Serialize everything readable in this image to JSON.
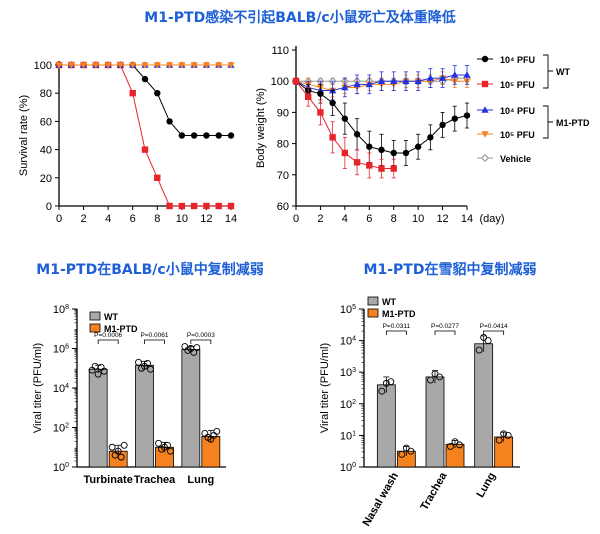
{
  "titles": {
    "main": "M1-PTD感染不引起BALB/c小鼠死亡及体重降低",
    "mouse_titer": "M1-PTD在BALB/c小鼠中复制减弱",
    "ferret_titer": "M1-PTD在雪貂中复制减弱"
  },
  "colors": {
    "black": "#000000",
    "red": "#e8242b",
    "blue": "#2231e0",
    "orange": "#f5821f",
    "grey": "#a8a8a8",
    "vehicle": "#9a9a9a",
    "title": "#1f5fd6"
  },
  "chart_data": [
    {
      "id": "survival",
      "type": "line",
      "ylabel": "Survival rate (%)",
      "xlabel": "",
      "xlim": [
        0,
        14
      ],
      "ylim": [
        0,
        100
      ],
      "xticks": [
        0,
        2,
        4,
        6,
        8,
        10,
        12,
        14
      ],
      "yticks": [
        0,
        20,
        40,
        60,
        80,
        100
      ],
      "series": [
        {
          "key": "wt_low",
          "color": "#000000",
          "marker": "circle",
          "x": [
            0,
            1,
            2,
            3,
            4,
            5,
            6,
            7,
            8,
            9,
            10,
            11,
            12,
            13,
            14
          ],
          "y": [
            100,
            100,
            100,
            100,
            100,
            100,
            100,
            90,
            80,
            60,
            50,
            50,
            50,
            50,
            50
          ]
        },
        {
          "key": "wt_high",
          "color": "#e8242b",
          "marker": "square",
          "x": [
            0,
            1,
            2,
            3,
            4,
            5,
            6,
            7,
            8,
            9,
            10,
            11,
            12,
            13,
            14
          ],
          "y": [
            100,
            100,
            100,
            100,
            100,
            100,
            80,
            40,
            20,
            0,
            0,
            0,
            0,
            0,
            0
          ]
        },
        {
          "key": "ptd_low",
          "color": "#2231e0",
          "marker": "triangle",
          "x": [
            0,
            1,
            2,
            3,
            4,
            5,
            6,
            7,
            8,
            9,
            10,
            11,
            12,
            13,
            14
          ],
          "y": [
            100,
            100,
            100,
            100,
            100,
            100,
            100,
            100,
            100,
            100,
            100,
            100,
            100,
            100,
            100
          ]
        },
        {
          "key": "ptd_high",
          "color": "#f5821f",
          "marker": "triangle-down",
          "x": [
            0,
            1,
            2,
            3,
            4,
            5,
            6,
            7,
            8,
            9,
            10,
            11,
            12,
            13,
            14
          ],
          "y": [
            100,
            100,
            100,
            100,
            100,
            100,
            100,
            100,
            100,
            100,
            100,
            100,
            100,
            100,
            100
          ]
        }
      ]
    },
    {
      "id": "bodyweight",
      "type": "line",
      "ylabel": "Body weight (%)",
      "xlabel": "(day)",
      "xlim": [
        0,
        14
      ],
      "ylim": [
        60,
        110
      ],
      "xticks": [
        0,
        2,
        4,
        6,
        8,
        10,
        12,
        14
      ],
      "yticks": [
        60,
        70,
        80,
        90,
        100,
        110
      ],
      "series": [
        {
          "key": "vehicle",
          "color": "#9a9a9a",
          "marker": "diamond",
          "x": [
            0,
            1,
            2,
            3,
            4,
            5,
            6,
            7,
            8,
            9,
            10,
            11,
            12,
            13,
            14
          ],
          "y": [
            100,
            100,
            100,
            100,
            100,
            100,
            100,
            100,
            100,
            100,
            100,
            100,
            100,
            101,
            101
          ],
          "err": [
            1,
            1,
            1,
            1,
            1,
            1,
            1,
            1,
            1,
            1,
            1,
            1,
            1,
            1,
            1
          ]
        },
        {
          "key": "ptd_high",
          "color": "#f5821f",
          "marker": "triangle-down",
          "x": [
            0,
            1,
            2,
            3,
            4,
            5,
            6,
            7,
            8,
            9,
            10,
            11,
            12,
            13,
            14
          ],
          "y": [
            100,
            99,
            98,
            97,
            98,
            98,
            99,
            99,
            99,
            100,
            100,
            100,
            101,
            100,
            100
          ],
          "err": [
            1,
            2,
            2,
            2,
            2,
            2,
            2,
            2,
            2,
            2,
            2,
            2,
            2,
            2,
            2
          ]
        },
        {
          "key": "ptd_low",
          "color": "#2231e0",
          "marker": "triangle",
          "x": [
            0,
            1,
            2,
            3,
            4,
            5,
            6,
            7,
            8,
            9,
            10,
            11,
            12,
            13,
            14
          ],
          "y": [
            100,
            98,
            97,
            97,
            98,
            99,
            99,
            100,
            100,
            100,
            100,
            101,
            101,
            102,
            102
          ],
          "err": [
            1,
            2,
            3,
            3,
            3,
            3,
            3,
            3,
            3,
            3,
            3,
            3,
            3,
            3,
            3
          ]
        },
        {
          "key": "wt_low",
          "color": "#000000",
          "marker": "circle",
          "x": [
            0,
            1,
            2,
            3,
            4,
            5,
            6,
            7,
            8,
            9,
            10,
            11,
            12,
            13,
            14
          ],
          "y": [
            100,
            97,
            96,
            93,
            88,
            83,
            79,
            78,
            77,
            77,
            79,
            82,
            86,
            88,
            89
          ],
          "err": [
            1,
            2,
            3,
            4,
            5,
            5,
            5,
            5,
            4,
            4,
            4,
            4,
            4,
            4,
            4
          ]
        },
        {
          "key": "wt_high",
          "color": "#e8242b",
          "marker": "square",
          "x": [
            0,
            1,
            2,
            3,
            4,
            5,
            6,
            7,
            8
          ],
          "y": [
            100,
            95,
            90,
            82,
            77,
            74,
            73,
            72,
            72
          ],
          "err": [
            1,
            3,
            4,
            5,
            5,
            4,
            4,
            3,
            3
          ]
        }
      ],
      "legend": {
        "items": [
          {
            "key": "wt_low",
            "text": "10⁴ PFU"
          },
          {
            "key": "wt_high",
            "text": "10⁵ PFU"
          },
          {
            "key": "ptd_low",
            "text": "10⁴ PFU"
          },
          {
            "key": "ptd_high",
            "text": "10⁵ PFU"
          },
          {
            "key": "vehicle",
            "text": "Vehicle"
          }
        ],
        "group_wt": "WT",
        "group_ptd": "M1-PTD"
      }
    },
    {
      "id": "mouse_titer",
      "type": "bar",
      "ylabel": "Viral titer (PFU/ml)",
      "log": true,
      "ylim_exp": [
        0,
        8
      ],
      "yticks_exp": [
        0,
        2,
        4,
        6,
        8
      ],
      "categories": [
        "Turbinate",
        "Trachea",
        "Lung"
      ],
      "legend": [
        "WT",
        "M1-PTD"
      ],
      "pvalues": [
        "P=0.0006",
        "P=0.0061",
        "P=0.0003"
      ],
      "series": [
        {
          "name": "WT",
          "color": "#a8a8a8",
          "values_exp": [
            4.95,
            5.15,
            5.95
          ],
          "err_exp": [
            0.2,
            0.2,
            0.15
          ],
          "points_exp": [
            [
              4.9,
              5.1,
              4.7,
              5.05,
              4.85
            ],
            [
              5.3,
              5.0,
              5.1,
              5.25,
              4.95
            ],
            [
              6.1,
              5.9,
              6.0,
              5.8,
              6.05
            ]
          ]
        },
        {
          "name": "M1-PTD",
          "color": "#f5821f",
          "values_exp": [
            0.8,
            1.0,
            1.55
          ],
          "err_exp": [
            0.3,
            0.25,
            0.3
          ],
          "points_exp": [
            [
              1.0,
              0.6,
              0.8,
              0.5,
              1.1
            ],
            [
              1.2,
              0.9,
              1.0,
              1.1,
              0.8
            ],
            [
              1.7,
              1.5,
              1.4,
              1.6,
              1.8
            ]
          ]
        }
      ]
    },
    {
      "id": "ferret_titer",
      "type": "bar",
      "ylabel": "Viral titer (PFU/ml)",
      "log": true,
      "ylim_exp": [
        0,
        5
      ],
      "yticks_exp": [
        0,
        1,
        2,
        3,
        4,
        5
      ],
      "categories": [
        "Nasal wash",
        "Trachea",
        "Lung"
      ],
      "legend": [
        "WT",
        "M1-PTD"
      ],
      "pvalues": [
        "P=0.0311",
        "P=0.0277",
        "P=0.0414"
      ],
      "series": [
        {
          "name": "WT",
          "color": "#a8a8a8",
          "values_exp": [
            2.6,
            2.85,
            3.9
          ],
          "err_exp": [
            0.25,
            0.2,
            0.25
          ],
          "points_exp": [
            [
              2.4,
              2.65,
              2.7
            ],
            [
              2.75,
              2.95,
              2.85
            ],
            [
              3.7,
              4.1,
              4.0
            ]
          ]
        },
        {
          "name": "M1-PTD",
          "color": "#f5821f",
          "values_exp": [
            0.5,
            0.72,
            0.95
          ],
          "err_exp": [
            0.15,
            0.12,
            0.15
          ],
          "points_exp": [
            [
              0.4,
              0.6,
              0.5
            ],
            [
              0.65,
              0.8,
              0.7
            ],
            [
              0.85,
              1.05,
              1.0
            ]
          ]
        }
      ]
    }
  ]
}
